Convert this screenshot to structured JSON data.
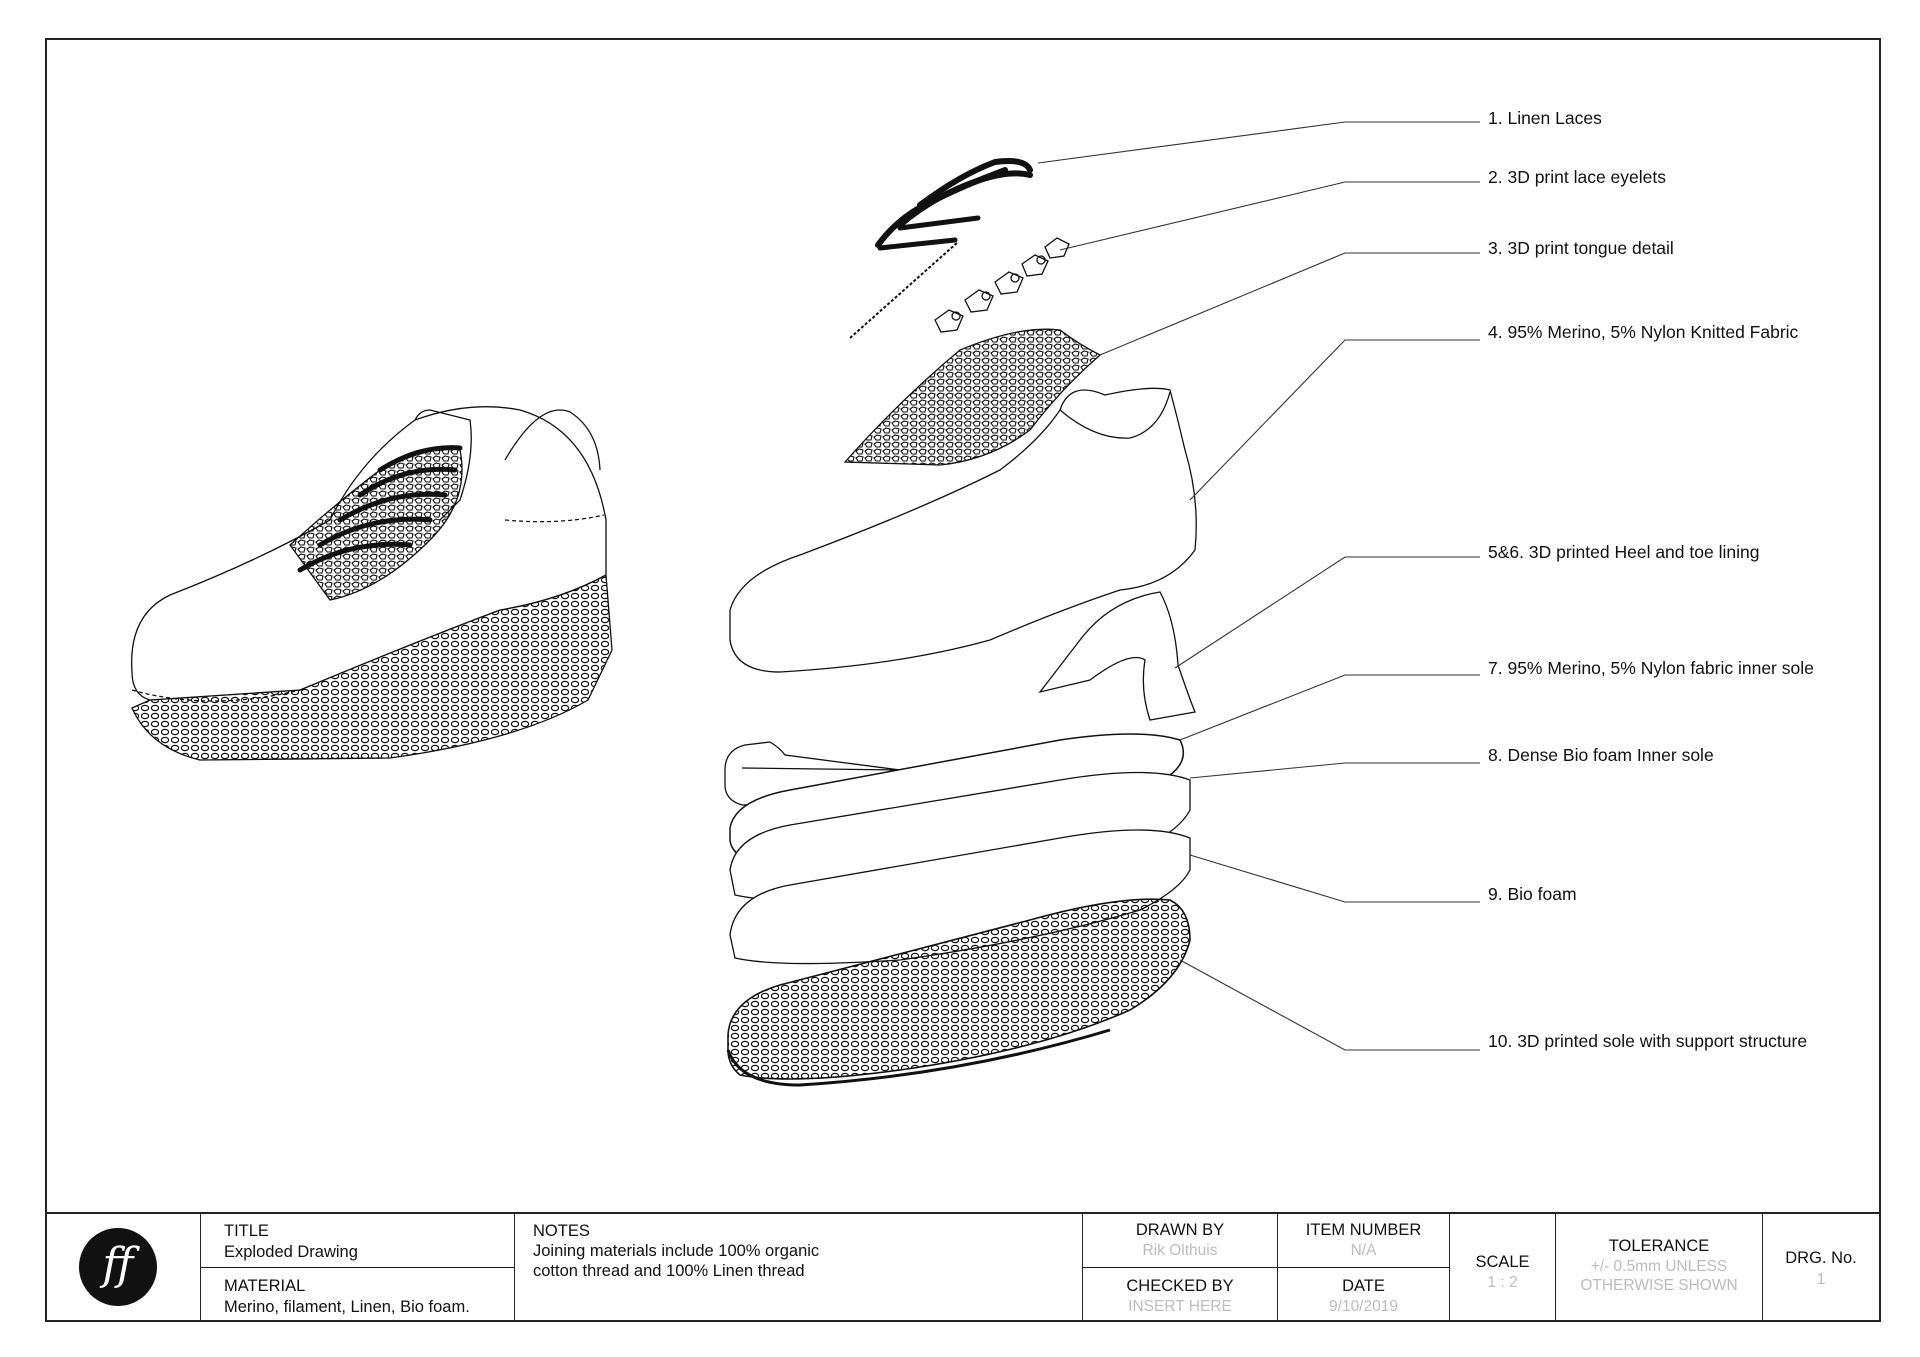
{
  "callouts": [
    {
      "id": "laces",
      "text": "1. Linen Laces"
    },
    {
      "id": "eyelets",
      "text": "2. 3D print lace eyelets"
    },
    {
      "id": "tongue",
      "text": "3. 3D print tongue detail"
    },
    {
      "id": "upper",
      "text": "4. 95% Merino, 5% Nylon Knitted Fabric"
    },
    {
      "id": "heel-toe",
      "text": "5&6. 3D printed Heel and toe lining"
    },
    {
      "id": "inner-sole",
      "text": "7. 95% Merino, 5% Nylon fabric inner sole"
    },
    {
      "id": "dense-foam",
      "text": "8. Dense Bio foam Inner sole"
    },
    {
      "id": "bio-foam",
      "text": "9. Bio foam"
    },
    {
      "id": "printed-sole",
      "text": "10. 3D printed sole with support structure"
    }
  ],
  "title_block": {
    "logo_text": "ff",
    "title_label": "TITLE",
    "title_value": "Exploded Drawing",
    "material_label": "MATERIAL",
    "material_value": "Merino, filament, Linen, Bio foam.",
    "notes_label": "NOTES",
    "notes_line1": "Joining materials include 100% organic",
    "notes_line2": "cotton thread and 100% Linen thread",
    "drawn_by_label": "DRAWN BY",
    "drawn_by_value": "Rik Olthuis",
    "checked_by_label": "CHECKED BY",
    "checked_by_value": "INSERT HERE",
    "item_number_label": "ITEM NUMBER",
    "item_number_value": "N/A",
    "date_label": "DATE",
    "date_value": "9/10/2019",
    "scale_label": "SCALE",
    "scale_value": "1 : 2",
    "tolerance_label": "TOLERANCE",
    "tolerance_line1": "+/- 0.5mm UNLESS",
    "tolerance_line2": "OTHERWISE SHOWN",
    "drg_label": "DRG. No.",
    "drg_value": "1"
  }
}
